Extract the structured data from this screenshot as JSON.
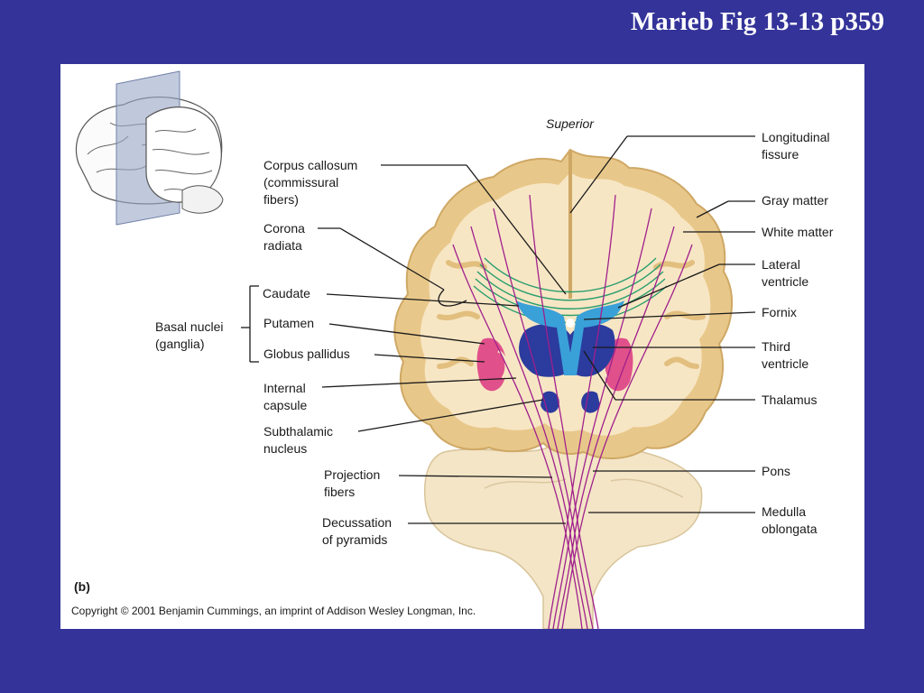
{
  "slide_title": "Marieb Fig 13-13 p359",
  "figure": {
    "orientation": "Superior",
    "panel_letter": "(b)",
    "copyright": "Copyright © 2001 Benjamin Cummings, an imprint of Addison Wesley Longman, Inc.",
    "labels_left": {
      "corpus_callosum": [
        "Corpus callosum",
        "(commissural",
        "fibers)"
      ],
      "corona_radiata": [
        "Corona",
        "radiata"
      ],
      "basal_nuclei": [
        "Basal nuclei",
        "(ganglia)"
      ],
      "caudate": "Caudate",
      "putamen": "Putamen",
      "globus_pallidus": "Globus pallidus",
      "internal_capsule": [
        "Internal",
        "capsule"
      ],
      "subthalamic_nucleus": [
        "Subthalamic",
        "nucleus"
      ],
      "projection_fibers": [
        "Projection",
        "fibers"
      ],
      "decussation": [
        "Decussation",
        "of pyramids"
      ]
    },
    "labels_right": {
      "longitudinal_fissure": [
        "Longitudinal",
        "fissure"
      ],
      "gray_matter": "Gray matter",
      "white_matter": "White matter",
      "lateral_ventricle": [
        "Lateral",
        "ventricle"
      ],
      "fornix": "Fornix",
      "third_ventricle": [
        "Third",
        "ventricle"
      ],
      "thalamus": "Thalamus",
      "pons": "Pons",
      "medulla_oblongata": [
        "Medulla",
        "oblongata"
      ]
    },
    "colors": {
      "gray_matter": "#e8c88a",
      "white_matter": "#f7e6c4",
      "projection_fibers": "#a0208c",
      "commissural_fibers": "#2a9e6e",
      "ventricle": "#3aa0d8",
      "thalamus": "#2b3b9e",
      "basal_nuclei": "#e0508a"
    }
  }
}
